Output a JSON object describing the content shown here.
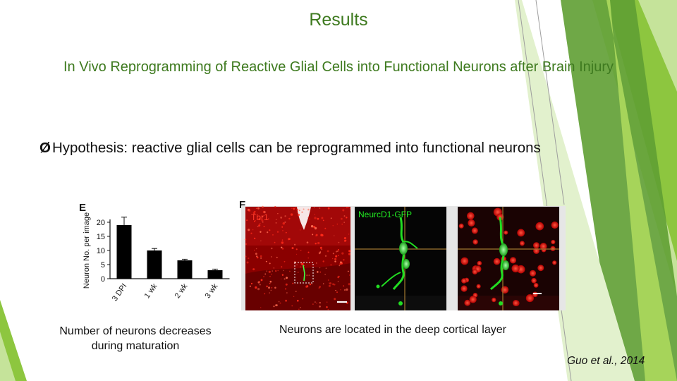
{
  "slide": {
    "title": "Results",
    "subtitle": "In Vivo Reprogramming of Reactive Glial Cells into Functional Neurons after Brain Injury",
    "hypothesis_marker": "Ø",
    "hypothesis": "Hypothesis: reactive glial cells can be reprogrammed into functional neurons",
    "caption_left": "Number of neurons decreases during maturation",
    "caption_right": "Neurons are located in the deep cortical layer",
    "citation": "Guo et al., 2014",
    "accent_colors": {
      "title_green": "#3e7a1f",
      "bright_green": "#8dc63f",
      "dark_green": "#4e8a2a"
    }
  },
  "figure_e": {
    "panel_label": "E",
    "chart_data": {
      "type": "bar",
      "ylabel": "Neuron No. per image",
      "categories": [
        "3 DPI",
        "1 wk",
        "2 wk",
        "3 wk"
      ],
      "values": [
        19,
        10,
        6.5,
        3
      ],
      "errors": [
        2.8,
        0.7,
        0.4,
        0.4
      ],
      "ylim": [
        0,
        20
      ],
      "yticks": [
        0,
        5,
        10,
        15,
        20
      ],
      "bar_color": "#000000"
    }
  },
  "figure_f": {
    "panel_label": "F",
    "labels": {
      "left": "Tbr1",
      "middle": "NeurcD1-GFP"
    },
    "colors": {
      "tbr1": "#ff2a1a",
      "gfp": "#22dd22"
    }
  }
}
